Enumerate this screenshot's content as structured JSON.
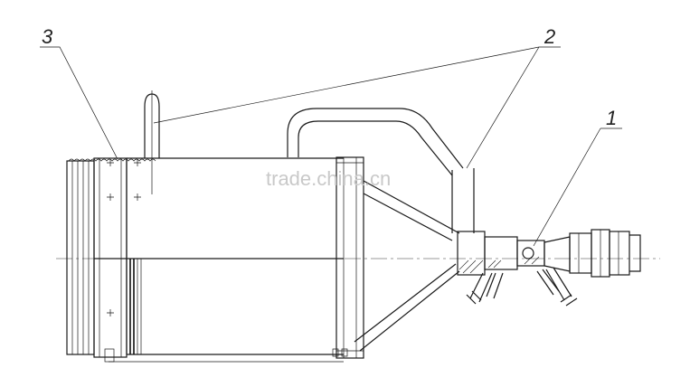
{
  "callouts": [
    {
      "id": "1",
      "label": "1"
    },
    {
      "id": "2",
      "label": "2"
    },
    {
      "id": "3",
      "label": "3"
    }
  ],
  "watermark": "trade.china.cn",
  "colors": {
    "line": "#1a1a1a",
    "background": "#ffffff",
    "watermark": "#c9c9c9"
  }
}
